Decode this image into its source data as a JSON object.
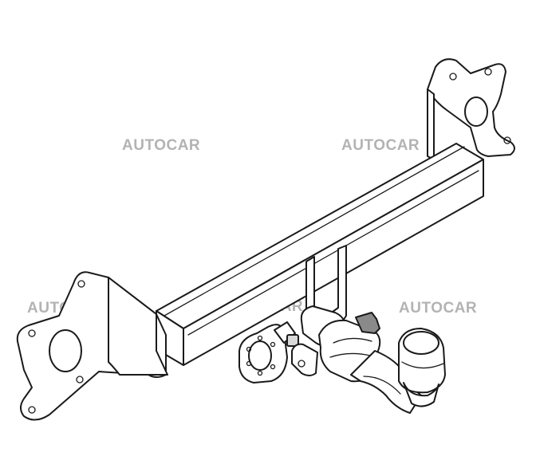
{
  "watermarks": {
    "w1": "AUTOCAR",
    "w2": "AUTOCAR",
    "w3": "AUTOCAR",
    "w4": "AUTOCAR",
    "w5": "AUTOCAR"
  },
  "colors": {
    "line": "#1a1a1a",
    "watermark": "#b3b3b3",
    "background": "#ffffff"
  }
}
